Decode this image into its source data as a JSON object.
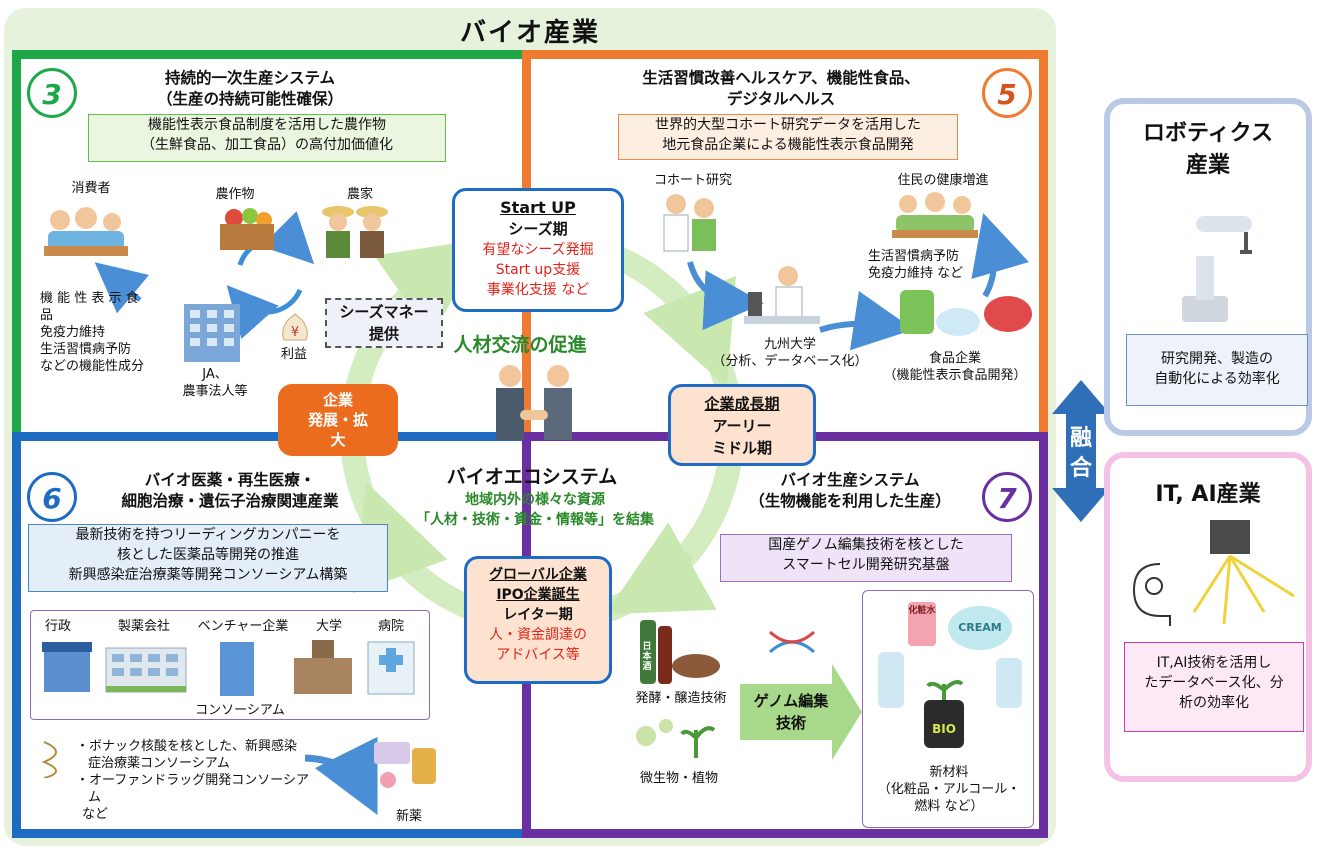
{
  "title": "バイオ産業",
  "q3": {
    "number": "3",
    "title1": "持続的一次生産システム",
    "title2": "（生産の持続可能性確保）",
    "note1": "機能性表示食品制度を活用した農作物",
    "note2": "（生鮮食品、加工食品）の高付加価値化",
    "consumer": "消費者",
    "crops": "農作物",
    "farmer": "農家",
    "func1": "機 能 性 表 示 食",
    "func2": "品",
    "func3": "免疫力維持",
    "func4": "生活習慣病予防",
    "func5": "などの機能性成分",
    "ja1": "JA、",
    "ja2": "農事法人等",
    "profit": "利益",
    "seeds1": "シーズマネー",
    "seeds2": "提供"
  },
  "q5": {
    "number": "5",
    "title1": "生活習慣改善ヘルスケア、機能性食品、",
    "title2": "デジタルヘルス",
    "note1": "世界的大型コホート研究データを活用した",
    "note2": "地元食品企業による機能性表示食品開発",
    "cohort": "コホート研究",
    "health": "住民の健康増進",
    "prev1": "生活習慣病予防",
    "prev2": "免疫力維持 など",
    "univ1": "九州大学",
    "univ2": "（分析、データベース化）",
    "food1": "食品企業",
    "food2": "（機能性表示食品開発）"
  },
  "q6": {
    "number": "6",
    "title1": "バイオ医薬・再生医療・",
    "title2": "細胞治療・遺伝子治療関連産業",
    "note1": "最新技術を持つリーディングカンパニーを",
    "note2": "核とした医薬品等開発の推進",
    "note3": "新興感染症治療薬等開発コンソーシアム構築",
    "consortium_members": [
      "行政",
      "製薬会社",
      "ベンチャー企業",
      "大学",
      "病院"
    ],
    "consortium": "コンソーシアム",
    "b1a": "・ボナック核酸を核とした、新興感染",
    "b1b": "症治療薬コンソーシアム",
    "b2a": "・オーファンドラッグ開発コンソーシア",
    "b2b": "ム",
    "b2c": "など",
    "newdrug": "新薬"
  },
  "q7": {
    "number": "7",
    "title1": "バイオ生産システム",
    "title2": "（生物機能を利用した生産）",
    "note1": "国産ゲノム編集技術を核とした",
    "note2": "スマートセル開発研究基盤",
    "ferment": "発酵・醸造技術",
    "microbe": "微生物・植物",
    "genome1": "ゲノム編集",
    "genome2": "技術",
    "mat1": "新材料",
    "mat2": "（化粧品・アルコール・",
    "mat3": "燃料 など）",
    "sake_label": "日本酒",
    "cream_label": "CREAM",
    "toner_label": "化粧水",
    "bio_label": "BIO"
  },
  "center": {
    "startup_title": "Start UP",
    "startup_sub": "シーズ期",
    "startup_l1": "有望なシーズ発掘",
    "startup_l2": "Start up支援",
    "startup_l3": "事業化支援 など",
    "growth_title": "企業成長期",
    "growth_l1": "アーリー",
    "growth_l2": "ミドル期",
    "dev1": "企業",
    "dev2": "発展・拡",
    "dev3": "大",
    "global1": "グローバル企業",
    "global2": "IPO企業誕生",
    "global3": "レイター期",
    "global4": "人・資金調達の",
    "global5": "アドバイス等",
    "hr": "人材交流の促進",
    "eco": "バイオエコシステム",
    "eco_s1": "地域内外の様々な資源",
    "eco_s2": "「人材・技術・資金・情報等」を結集"
  },
  "right": {
    "fusion1": "融",
    "fusion2": "合",
    "robot_title1": "ロボティクス",
    "robot_title2": "産業",
    "robot_note1": "研究開発、製造の",
    "robot_note2": "自動化による効率化",
    "it_title": "IT, AI産業",
    "it_note1": "IT,AI技術を活用し",
    "it_note2": "たデータベース化、分",
    "it_note3": "析の効率化"
  },
  "colors": {
    "green": "#1fa84a",
    "orange": "#ee7b2f",
    "blue": "#1e6bc4",
    "purple": "#6a2fa0",
    "red": "#e2231a"
  }
}
